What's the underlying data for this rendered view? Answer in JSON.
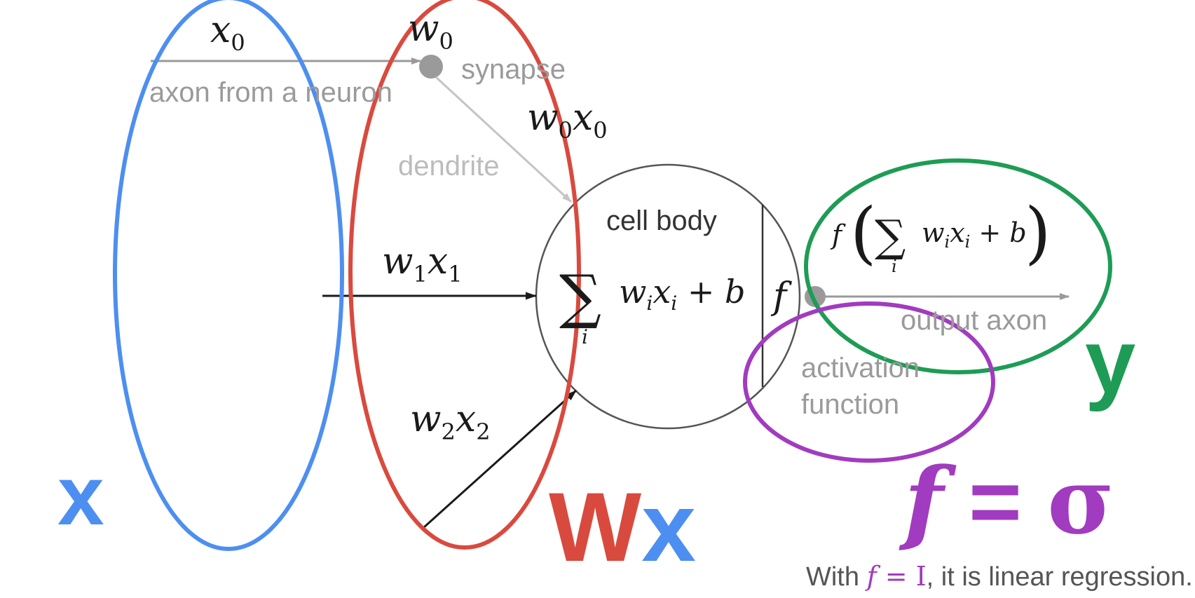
{
  "colors": {
    "blue": "#4d8ff0",
    "red": "#d94a3e",
    "green": "#1e9c55",
    "purple": "#a13bbf",
    "grey_text": "#9a9a9a",
    "light_text": "#bcbcbc",
    "dark": "#1a1a1a"
  },
  "neuron": {
    "x0_label": "x",
    "x0_sub": "0",
    "w0_label": "w",
    "w0_sub": "0",
    "axon_label": "axon from a neuron",
    "synapse_label": "synapse",
    "w0x0_w": "w",
    "w0x0_w_sub": "0",
    "w0x0_x": "x",
    "w0x0_x_sub": "0",
    "dendrite_label": "dendrite",
    "w1x1_w": "w",
    "w1x1_w_sub": "1",
    "w1x1_x": "x",
    "w1x1_x_sub": "1",
    "w2x2_w": "w",
    "w2x2_w_sub": "2",
    "w2x2_x": "x",
    "w2x2_x_sub": "2",
    "cell_body_label": "cell body",
    "sum_symbol": "∑",
    "sum_index": "i",
    "sum_expr_w": "w",
    "sum_expr_i1": "i",
    "sum_expr_x": "x",
    "sum_expr_i2": "i",
    "sum_expr_plus_b": " + b",
    "f_label": "f",
    "output_axon_label": "output axon",
    "activation_line1": "activation",
    "activation_line2": "function",
    "output_f": "f",
    "output_open": "(",
    "output_sum": "∑",
    "output_index": "i",
    "output_w": "w",
    "output_i1": "i",
    "output_x": "x",
    "output_i2": "i",
    "output_plus_b": " + b",
    "output_close": ")"
  },
  "annotations": {
    "x_label": "x",
    "wx_w": "W",
    "wx_x": "x",
    "y_label": "y",
    "f_sigma_f": "f",
    "f_sigma_eq": " = ",
    "f_sigma_sigma": "σ",
    "footnote_prefix": "With ",
    "footnote_f": "f",
    "footnote_eq": " = I",
    "footnote_suffix": ", it is linear regression."
  }
}
